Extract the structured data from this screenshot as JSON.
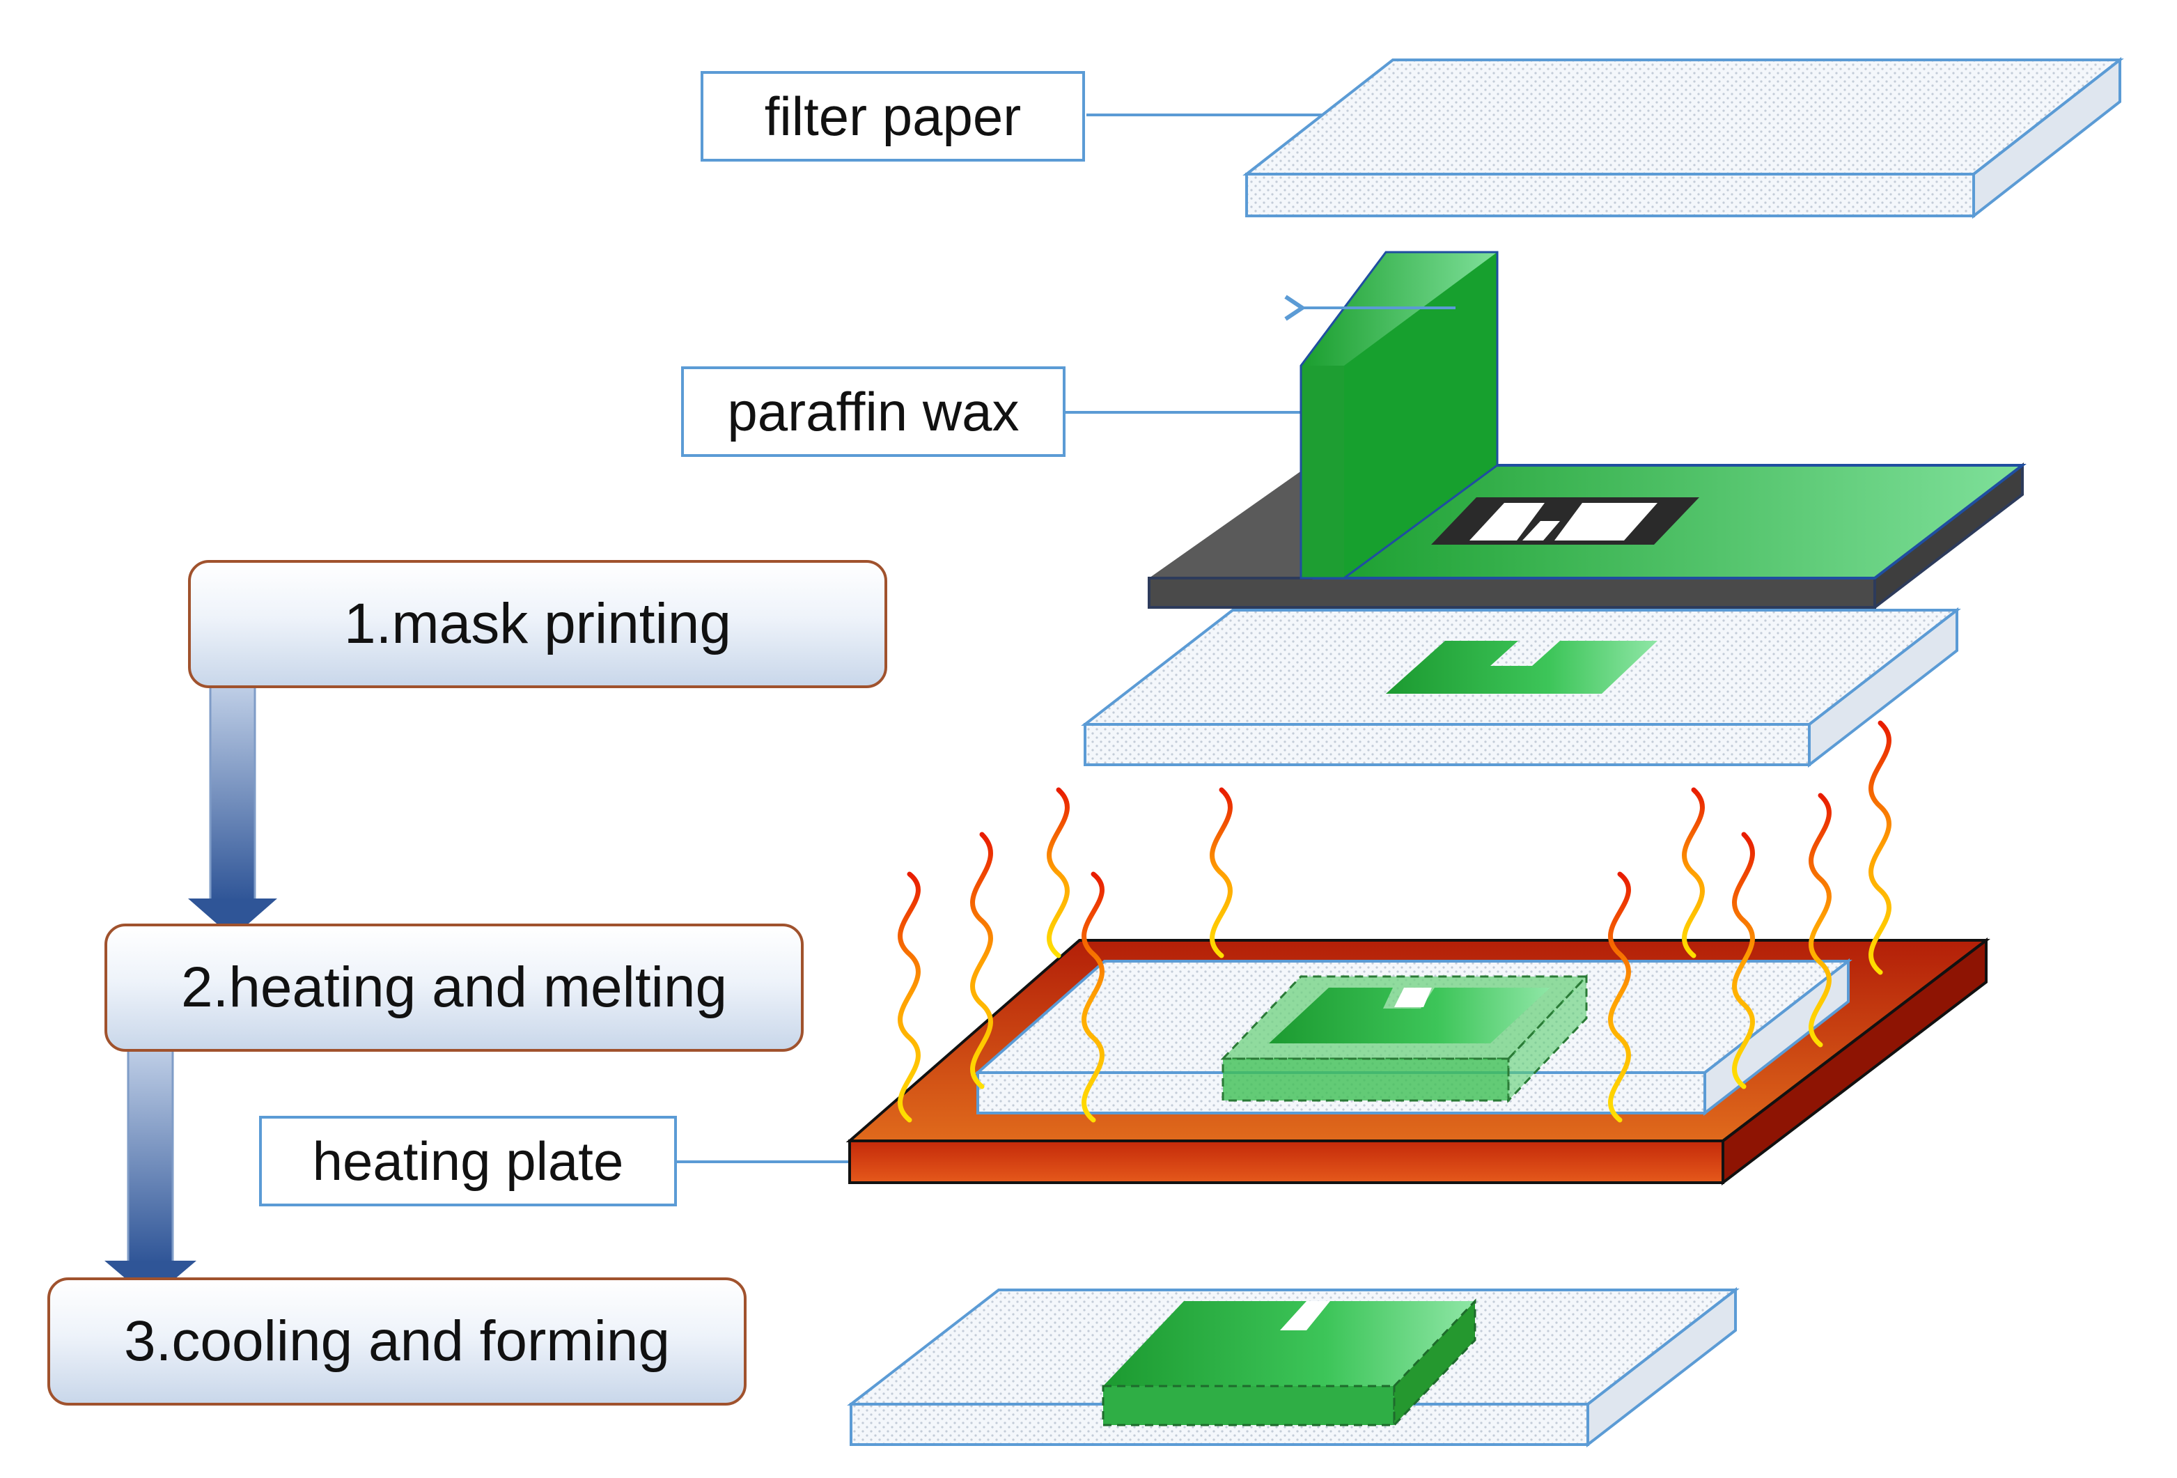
{
  "labels": {
    "filter_paper": "filter paper",
    "paraffin_wax": "paraffin wax",
    "heating_plate": "heating plate"
  },
  "steps": [
    "1.mask printing",
    "2.heating and melting",
    "3.cooling and forming"
  ],
  "colors": {
    "label_border": "#5b9bd5",
    "step_border": "#a0522d",
    "wax_green": "#1aa533",
    "plate_red": "#c0250a",
    "mask_gray": "#4a4a4a",
    "paper_white": "#f2f6fb",
    "heat_wave": "#ff8c00"
  }
}
